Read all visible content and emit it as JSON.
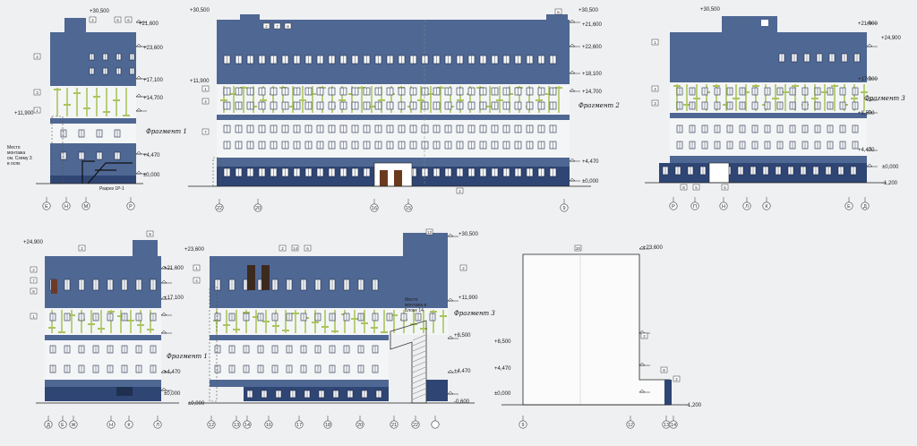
{
  "fragment_labels": {
    "f1": "Фрагмент 1",
    "f2": "Фрагмент 2",
    "f3": "Фрагмент 3"
  },
  "levels": {
    "l1": "+30,500",
    "l2": "+24,900",
    "l3": "+23,600",
    "l4": "+21,600",
    "l5": "+17,100",
    "l6": "+14,700",
    "l7": "+8,500",
    "l8": "+4,470",
    "l9": "±0,000",
    "l10": "-0,600",
    "l11": "-1,200",
    "l12": "+22,600",
    "l13": "+18,100",
    "l14": "+11,900"
  },
  "axis_labels": {
    "e1": [
      "Е",
      "Н",
      "М",
      "Р"
    ],
    "e2": [
      "22",
      "20",
      "16",
      "15",
      "9"
    ],
    "e3": [
      "Р",
      "П",
      "Н",
      "Л",
      "К",
      "Е",
      "Д"
    ],
    "e4": [
      "Д",
      "Е",
      "Ж",
      "Н",
      "К",
      "Л"
    ],
    "e5": [
      "12",
      "13",
      "14",
      "16",
      "17",
      "18",
      "20",
      "21",
      "22"
    ],
    "e6": [
      "9",
      "12",
      "13",
      "14"
    ]
  },
  "marks": [
    "1",
    "2",
    "3",
    "4",
    "5",
    "6",
    "7",
    "8",
    "9",
    "10",
    "12",
    "14",
    "18",
    "20"
  ],
  "notes": {
    "n1": "Место монтажа см. Схему 3 в осях",
    "n2": "Место монтажа в Блоке 14",
    "n3": "Разрез 1Р-1"
  },
  "colors": {
    "wall": "#4f6793",
    "dark": "#2f4573",
    "roof": "#3a5080",
    "white": "#f4f5f6",
    "pattern": "#a9c55c",
    "line": "#222222"
  }
}
